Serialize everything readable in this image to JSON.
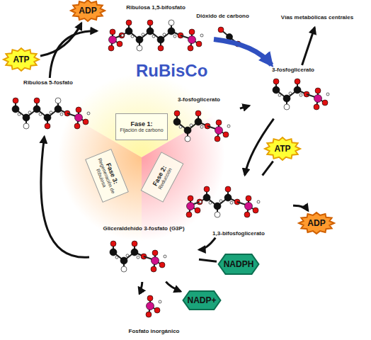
{
  "diagram": {
    "nodes": [
      {
        "text": [
          "Ribulosa 1,5-bifosfato"
        ]
      },
      {
        "text": [
          "Dióxido de carbono"
        ]
      },
      {
        "text": [
          "3-fosfoglicerato"
        ]
      },
      {
        "text": [
          "Vías metabólicas centrales"
        ]
      },
      {
        "text": [
          "3-fosfoglicerato"
        ]
      },
      {
        "text": [
          "1,3-bifosfoglicerato"
        ]
      },
      {
        "text": [
          "Gliceraldehído 3-fosfato (G3P)"
        ]
      },
      {
        "text": [
          "Fosfato inorgánico"
        ]
      },
      {
        "text": [
          "Ribulosa 5-fosfato"
        ]
      },
      {
        "text": [
          "Fase 1:",
          "Fijación de carbono"
        ]
      },
      {
        "text": [
          "Fase 2:",
          "Reducción"
        ]
      },
      {
        "text": [
          "Fase 3:",
          "Regeneración de Ribulosa"
        ]
      },
      {
        "text": [
          "ATP"
        ]
      },
      {
        "text": [
          "ADP"
        ]
      },
      {
        "text": [
          "ATP"
        ]
      },
      {
        "text": [
          "ADP"
        ]
      },
      {
        "text": [
          "NADPH"
        ]
      },
      {
        "text": [
          "NADP+"
        ]
      }
    ],
    "edges": [
      {
        "from": 0,
        "to": 2,
        "arrow": "to",
        "label": "RuBisCo"
      },
      {
        "from": 4,
        "to": 2,
        "arrow": "to"
      },
      {
        "from": 2,
        "to": 3,
        "arrow": "to"
      },
      {
        "from": 2,
        "to": 5,
        "arrow": "to"
      },
      {
        "from": 14,
        "to": 5,
        "arrow": "none"
      },
      {
        "from": 5,
        "to": 15,
        "arrow": "to"
      },
      {
        "from": 5,
        "to": 6,
        "arrow": "to"
      },
      {
        "from": 16,
        "to": 6,
        "arrow": "none"
      },
      {
        "from": 6,
        "to": 7,
        "arrow": "to"
      },
      {
        "from": 6,
        "to": 17,
        "arrow": "to"
      },
      {
        "from": 6,
        "to": 8,
        "arrow": "to"
      },
      {
        "from": 8,
        "to": 0,
        "arrow": "to"
      },
      {
        "from": 12,
        "to": 13,
        "arrow": "to"
      }
    ]
  }
}
